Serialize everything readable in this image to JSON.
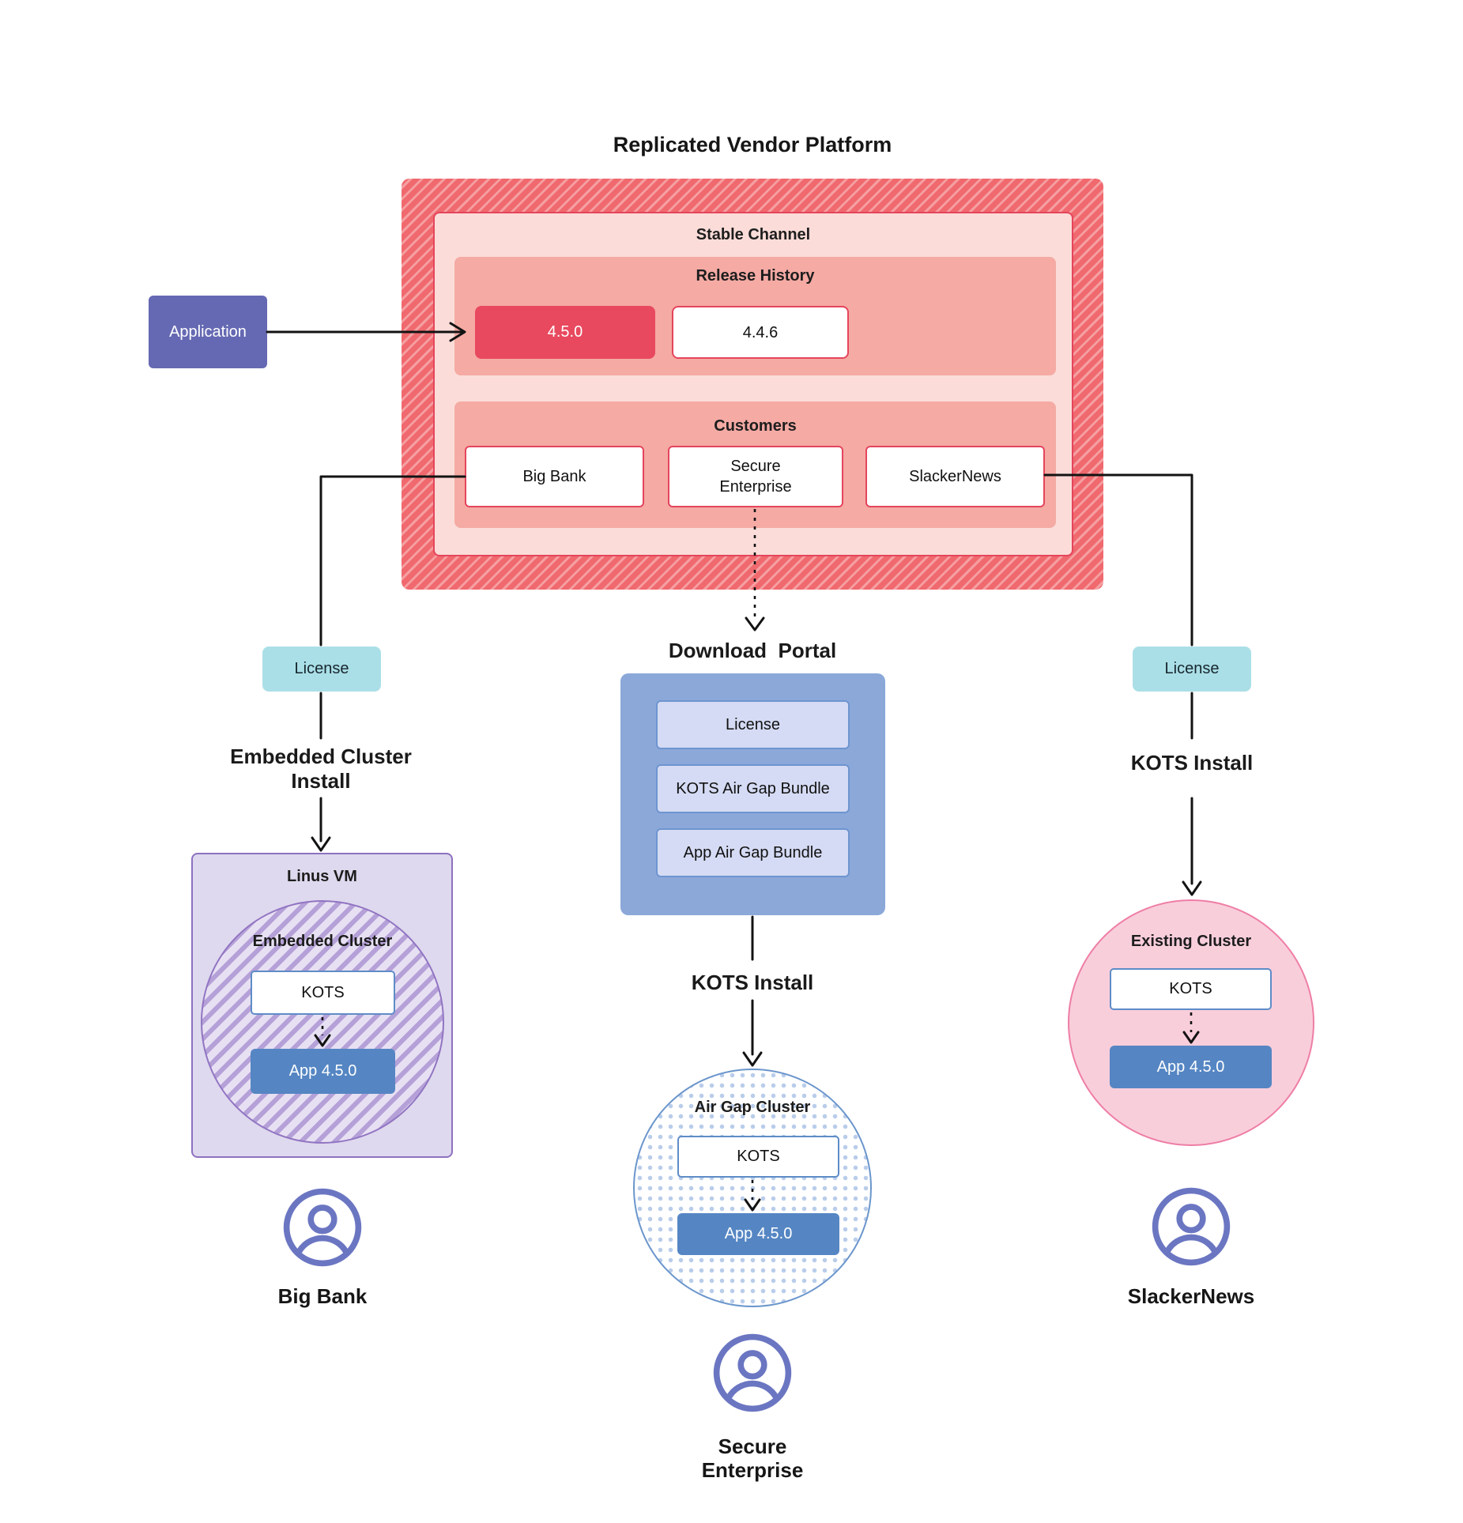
{
  "title": "Replicated Vendor Platform",
  "application": {
    "label": "Application"
  },
  "platform": {
    "stable_channel_title": "Stable Channel",
    "release_history": {
      "title": "Release History",
      "current_release": "4.5.0",
      "previous_release": "4.4.6"
    },
    "customers": {
      "title": "Customers",
      "big_bank": "Big Bank",
      "secure_enterprise": "Secure\nEnterprise",
      "slackernews": "SlackerNews"
    }
  },
  "left_flow": {
    "license_label": "License",
    "install_label": "Embedded Cluster\nInstall",
    "vm_title": "Linus VM",
    "cluster_title": "Embedded Cluster",
    "kots_label": "KOTS",
    "app_label": "App 4.5.0",
    "customer_name": "Big Bank"
  },
  "center_flow": {
    "portal_title": "Download  Portal",
    "portal_items": [
      "License",
      "KOTS Air Gap Bundle",
      "App Air Gap Bundle"
    ],
    "install_label": "KOTS Install",
    "cluster_title": "Air Gap Cluster",
    "kots_label": "KOTS",
    "app_label": "App 4.5.0",
    "customer_name": "Secure\nEnterprise"
  },
  "right_flow": {
    "license_label": "License",
    "install_label": "KOTS Install",
    "cluster_title": "Existing Cluster",
    "kots_label": "KOTS",
    "app_label": "App 4.5.0",
    "customer_name": "SlackerNews"
  },
  "colors": {
    "hatch_base": "#f0696e",
    "hatch_stripe": "#f59fa2",
    "red_border": "#e5455c",
    "stable_fill": "#fbdcd8",
    "salmon_fill": "#f5aaa4",
    "release_highlight": "#e8495e",
    "application_purple": "#6569b3",
    "license_teal": "#abdfe7",
    "portal_blue": "#8ba8d9",
    "portal_item_fill": "#d5dbf4",
    "app_blue": "#5586c3",
    "kots_border": "#5e8cc7",
    "vm_lavender": "#ded9ee",
    "vm_border": "#8d71c0",
    "cluster_hatch_stripe": "#b5a1d8",
    "cluster_hatch_base": "#e7e0f3",
    "existing_cluster_fill": "#f9cedb",
    "existing_cluster_border": "#ee7ea6",
    "airgap_dot": "#b9cdea",
    "user_icon": "#6b76c2",
    "connector": "#131313"
  }
}
